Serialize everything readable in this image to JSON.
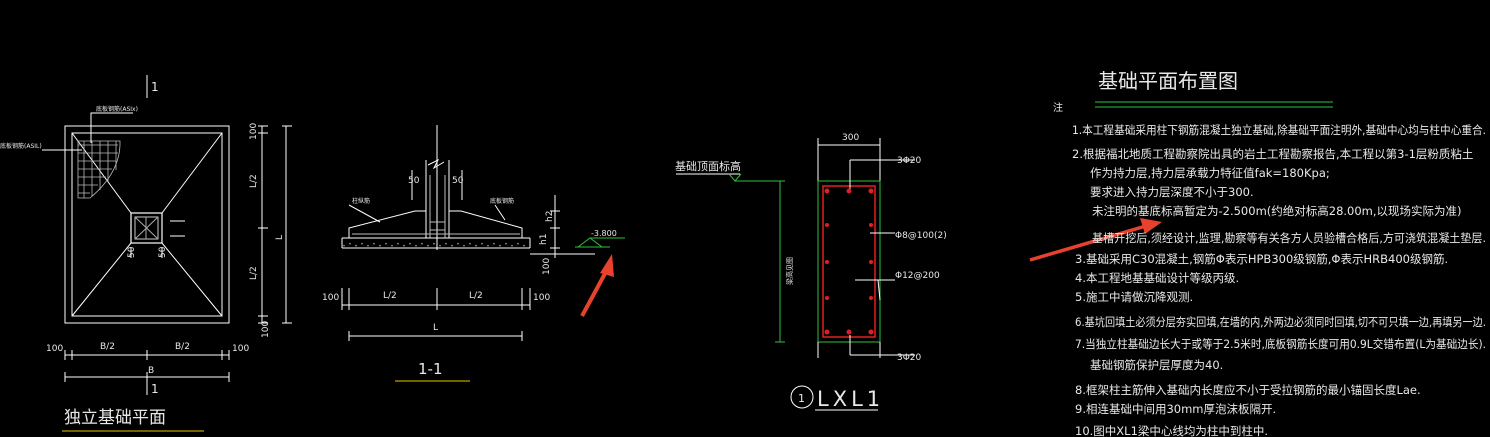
{
  "colors": {
    "background": "#000000",
    "line": "#ffffff",
    "green": "#2fbf3a",
    "red": "#e02020",
    "arrow": "#e8412e",
    "yellow": "#e6c800"
  },
  "plan": {
    "section_mark_top": "1",
    "section_mark_bottom": "1",
    "label_bottom_rebar": "底板钢筋(ASIx)",
    "label_side_rebar": "底板钢筋(ASIL)",
    "dim_100_top": "100",
    "dim_l2_top": "L/2",
    "dim_l": "L",
    "dim_l2_bottom": "L/2",
    "dim_100_bottom": "100",
    "dim_50_left": "50",
    "dim_50_right": "50",
    "dim_100_left": "100",
    "dim_b2_left": "B/2",
    "dim_b2_right": "B/2",
    "dim_100_right": "100",
    "dim_b": "B",
    "title": "独立基础平面"
  },
  "section": {
    "dim_50_left": "50",
    "dim_50_right": "50",
    "label_rebar_left": "柱纵筋",
    "label_rebar_right": "底板钢筋",
    "dim_h2": "h2",
    "dim_h1": "h1",
    "elevation": "-3.800",
    "dim_100_vertical": "100",
    "dim_100_left": "100",
    "dim_l2_left": "L/2",
    "dim_l2_right": "L/2",
    "dim_100_right": "100",
    "dim_l": "L",
    "title": "1-1"
  },
  "beam": {
    "label_top_elev": "基础顶面标高",
    "dim_width": "300",
    "label_height": "梁高见图",
    "top_rebar": "3Φ20",
    "stirrup": "Φ8@100(2)",
    "side_rebar": "Φ12@200",
    "bottom_rebar": "3Φ20",
    "circle_num": "1",
    "title": "LXL1"
  },
  "notes": {
    "title": "基础平面布置图",
    "zhu": "注",
    "lines": [
      "1.本工程基础采用柱下钢筋混凝土独立基础,除基础平面注明外,基础中心均与柱中心重合.",
      "2.根据福北地质工程勘察院出具的岩土工程勘察报告,本工程以第3-1层粉质粘土",
      "作为持力层,持力层承载力特征值fak=180Kpa;",
      "要求进入持力层深度不小于300.",
      "未注明的基底标高暂定为-2.500m(约绝对标高28.00m,以现场实际为准)",
      "基槽开挖后,须经设计,监理,勘察等有关各方人员验槽合格后,方可浇筑混凝土垫层.",
      "3.基础采用C30混凝土,钢筋Φ表示HPB300级钢筋,Φ表示HRB400级钢筋.",
      "4.本工程地基基础设计等级丙级.",
      "5.施工中请做沉降观测.",
      "6.基坑回填土必须分层夯实回填,在墙的内,外两边必须同时回填,切不可只填一边,再填另一边.",
      "7.当独立柱基础边长大于或等于2.5米时,底板钢筋长度可用0.9L交错布置(L为基础边长).",
      "基础钢筋保护层厚度为40.",
      "8.框架柱主筋伸入基础内长度应不小于受拉钢筋的最小锚固长度Lae.",
      "9.相连基础中间用30mm厚泡沫板隔开.",
      "10.图中XL1梁中心线均为柱中到柱中."
    ]
  }
}
